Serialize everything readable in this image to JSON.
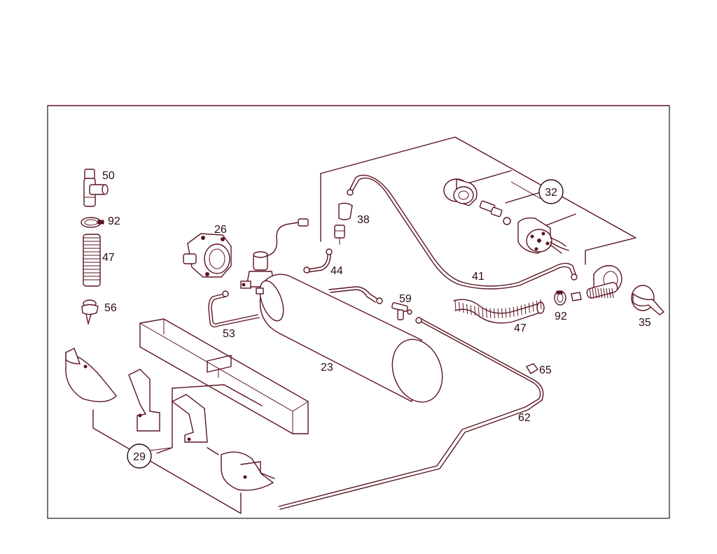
{
  "labels": {
    "p50": "50",
    "p92a": "92",
    "p47a": "47",
    "p56": "56",
    "p26": "26",
    "p38": "38",
    "p44": "44",
    "p32": "32",
    "p41": "41",
    "p59": "59",
    "p53": "53",
    "p23": "23",
    "p47b": "47",
    "p92b": "92",
    "p35": "35",
    "p65": "65",
    "p62": "62",
    "p29": "29"
  },
  "colors": {
    "line": "#5a1420",
    "frame": "#1a1a1a",
    "frame_top": "#7a1d2e",
    "text": "#2a0a10"
  }
}
